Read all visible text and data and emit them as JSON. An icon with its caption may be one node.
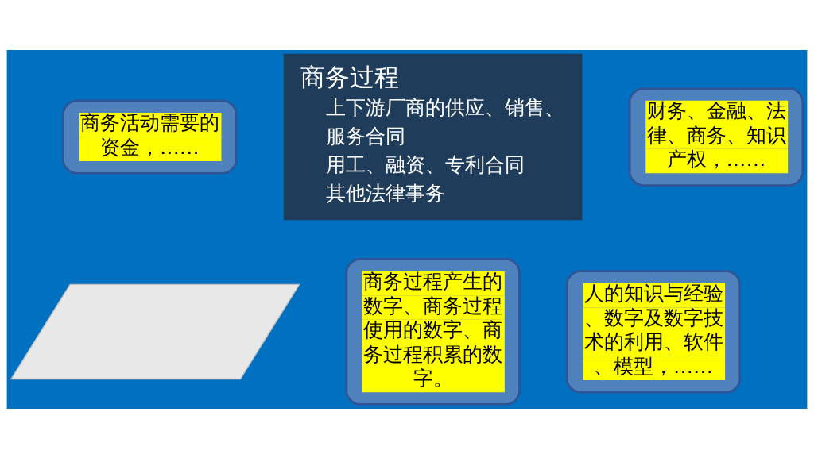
{
  "diagram": {
    "nodes": [
      {
        "text": [
          "商务活动需要的资金，……"
        ]
      },
      {
        "text": [
          "商务过程",
          "上下游厂商的供应、销售、服务合同",
          "用工、融资、专利合同",
          "其他法律事务"
        ]
      },
      {
        "text": [
          "财务、金融、法律、商务、知识产权，……"
        ]
      },
      {
        "text": [],
        "shape": "parallelogram"
      },
      {
        "text": [
          "商务过程产生的数字、商务过程使用的数字、商务过程积累的数字。"
        ]
      },
      {
        "text": [
          "人的知识与经验、数字及数字技术的利用、软件、模型，……"
        ]
      }
    ],
    "edges": []
  }
}
